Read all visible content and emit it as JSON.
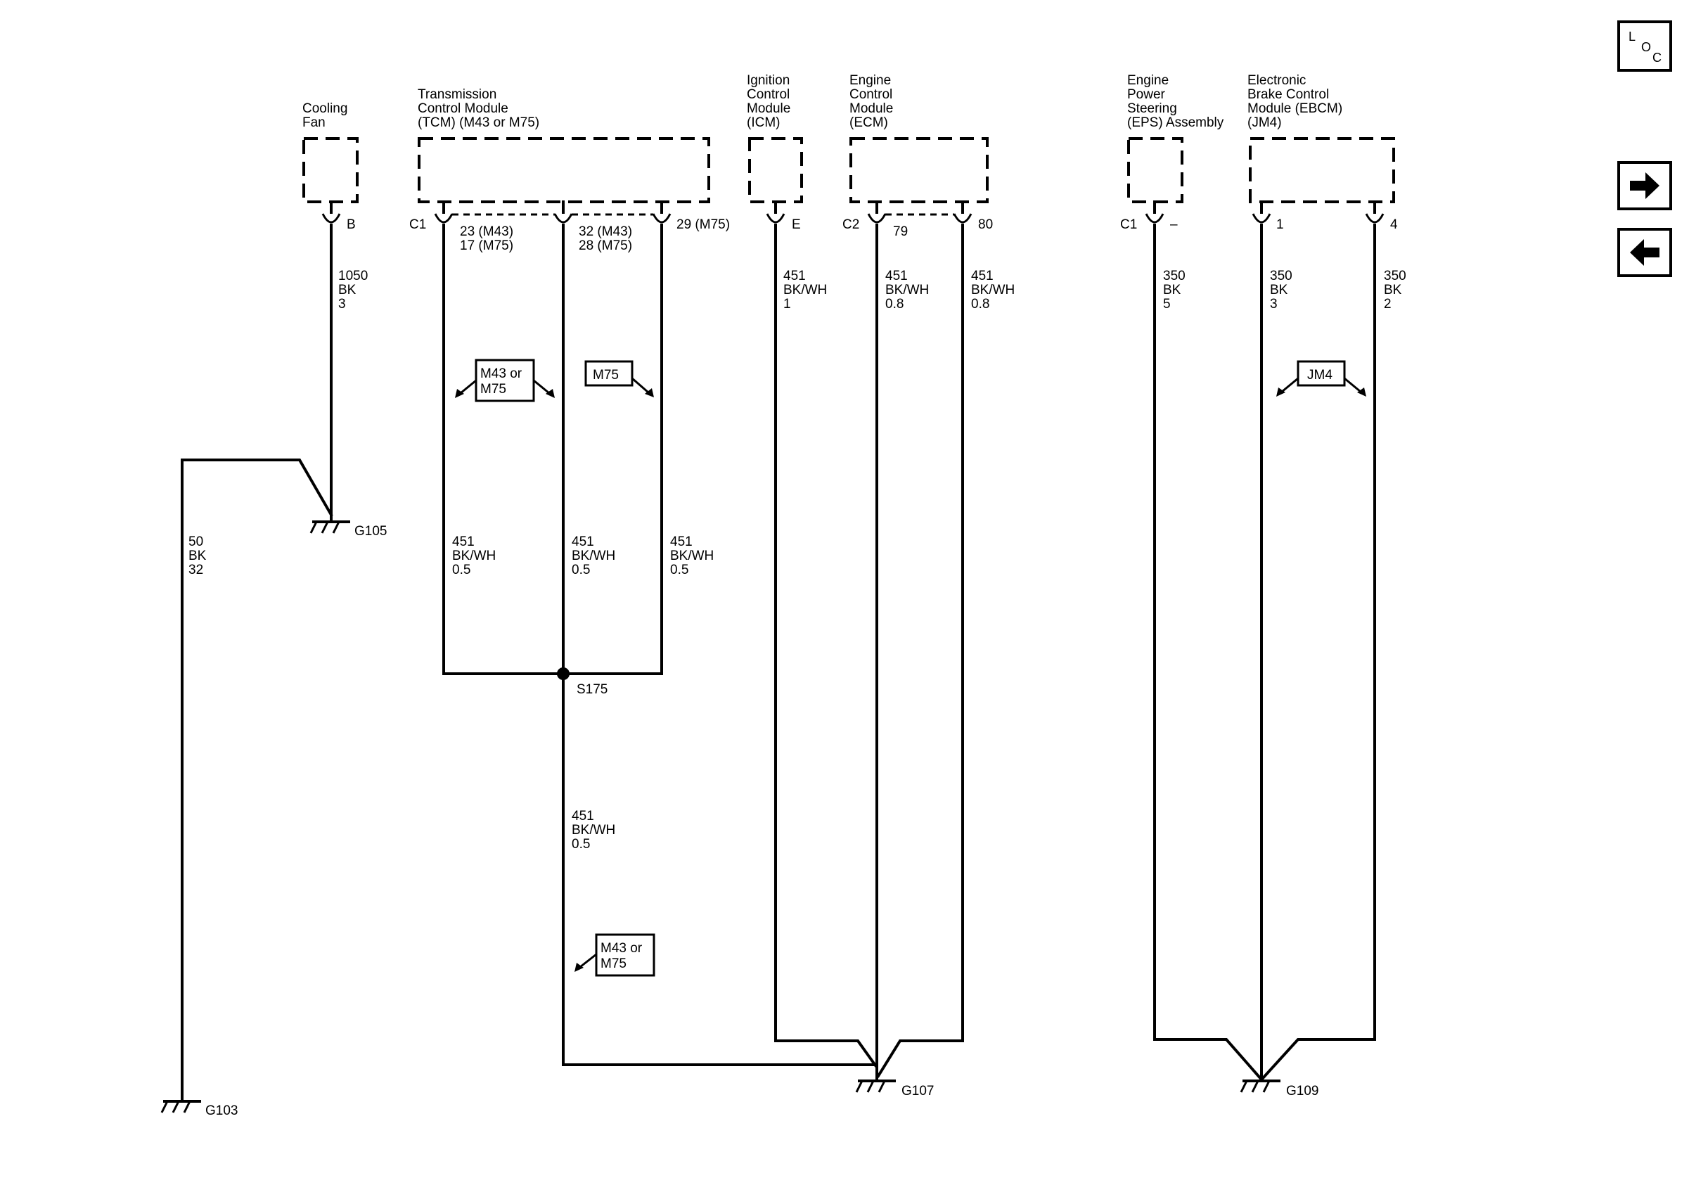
{
  "nav": {
    "loc": {
      "l": "L",
      "o": "O",
      "c": "C"
    },
    "forward_icon": "right-arrow-icon",
    "back_icon": "left-arrow-icon"
  },
  "components": {
    "cooling_fan": [
      "Cooling",
      "Fan"
    ],
    "tcm": [
      "Transmission",
      "Control Module",
      "(TCM) (M43 or M75)"
    ],
    "icm": [
      "Ignition",
      "Control",
      "Module",
      "(ICM)"
    ],
    "ecm": [
      "Engine",
      "Control",
      "Module",
      "(ECM)"
    ],
    "eps": [
      "Engine",
      "Power",
      "Steering",
      "(EPS) Assembly"
    ],
    "ebcm": [
      "Electronic",
      "Brake Control",
      "Module (EBCM)",
      "(JM4)"
    ]
  },
  "pins": {
    "cooling_fan": "B",
    "tcm_connector": "C1",
    "tcm_pin1": [
      "23 (M43)",
      "17 (M75)"
    ],
    "tcm_pin2": [
      "32 (M43)",
      "28 (M75)"
    ],
    "tcm_pin3": "29 (M75)",
    "icm": "E",
    "ecm_connector": "C2",
    "ecm_pin1": "79",
    "ecm_pin2": "80",
    "eps_connector": "C1",
    "eps_pin": "–",
    "ebcm_pin1": "1",
    "ebcm_pin2": "4"
  },
  "wires": {
    "fan": [
      "1050",
      "BK",
      "3"
    ],
    "g103": [
      "50",
      "BK",
      "32"
    ],
    "tcm1": [
      "451",
      "BK/WH",
      "0.5"
    ],
    "tcm2": [
      "451",
      "BK/WH",
      "0.5"
    ],
    "tcm3": [
      "451",
      "BK/WH",
      "0.5"
    ],
    "s175_down": [
      "451",
      "BK/WH",
      "0.5"
    ],
    "icm": [
      "451",
      "BK/WH",
      "1"
    ],
    "ecm1": [
      "451",
      "BK/WH",
      "0.8"
    ],
    "ecm2": [
      "451",
      "BK/WH",
      "0.8"
    ],
    "eps": [
      "350",
      "BK",
      "5"
    ],
    "ebcm1": [
      "350",
      "BK",
      "3"
    ],
    "ebcm2": [
      "350",
      "BK",
      "2"
    ]
  },
  "options": {
    "tcm_left": [
      "M43 or",
      "M75"
    ],
    "tcm_right": "M75",
    "lower": [
      "M43 or",
      "M75"
    ],
    "ebcm": "JM4"
  },
  "splice": "S175",
  "grounds": {
    "g105": "G105",
    "g103": "G103",
    "g107": "G107",
    "g109": "G109"
  }
}
